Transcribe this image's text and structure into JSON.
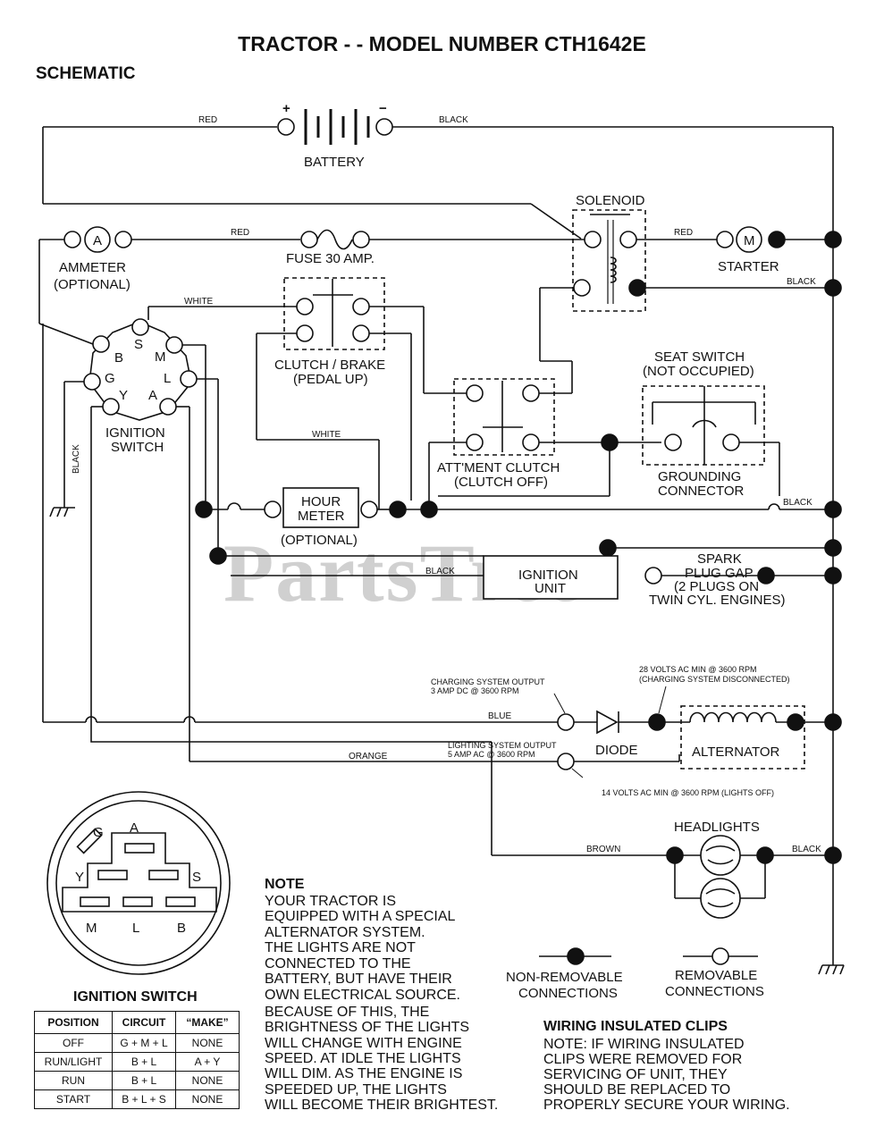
{
  "title": "TRACTOR - - MODEL NUMBER CTH1642E",
  "subtitle": "SCHEMATIC",
  "watermark": "PartsTree",
  "labels": {
    "battery": "BATTERY",
    "plus": "+",
    "minus": "−",
    "solenoid": "SOLENOID",
    "ammeter": "AMMETER",
    "ammeter_opt": "(OPTIONAL)",
    "ammeter_symbol": "A",
    "fuse": "FUSE 30 AMP.",
    "starter": "STARTER",
    "starter_symbol": "M",
    "clutch_brake": "CLUTCH / BRAKE",
    "clutch_brake_sub": "(PEDAL UP)",
    "seat_switch": "SEAT SWITCH",
    "seat_switch_sub": "(NOT OCCUPIED)",
    "grounding": "GROUNDING",
    "grounding_sub": "CONNECTOR",
    "attment_clutch": "ATT'MENT CLUTCH",
    "attment_clutch_sub": "(CLUTCH OFF)",
    "ignition_switch": "IGNITION",
    "ignition_switch_sub": "SWITCH",
    "hour_meter": "HOUR",
    "hour_meter_sub": "METER",
    "hour_meter_opt": "(OPTIONAL)",
    "ignition_unit": "IGNITION",
    "ignition_unit_sub": "UNIT",
    "spark1": "SPARK",
    "spark2": "PLUG GAP",
    "spark3": "(2 PLUGS ON",
    "spark4": "TWIN CYL. ENGINES)",
    "charging_out1": "CHARGING SYSTEM OUTPUT",
    "charging_out2": "3 AMP DC @ 3600 RPM",
    "volts28_1": "28 VOLTS AC MIN  @ 3600 RPM",
    "volts28_2": "(CHARGING SYSTEM DISCONNECTED)",
    "lighting_out1": "LIGHTING SYSTEM OUTPUT",
    "lighting_out2": "5 AMP AC @ 3600 RPM",
    "volts14": "14 VOLTS AC MIN  @ 3600 RPM (LIGHTS OFF)",
    "diode": "DIODE",
    "alternator": "ALTERNATOR",
    "headlights": "HEADLIGHTS",
    "non_removable1": "NON-REMOVABLE",
    "non_removable2": "CONNECTIONS",
    "removable1": "REMOVABLE",
    "removable2": "CONNECTIONS"
  },
  "wires": {
    "red": "RED",
    "black": "BLACK",
    "white": "WHITE",
    "blue": "BLUE",
    "orange": "ORANGE",
    "brown": "BROWN"
  },
  "switch_terminals": {
    "B": "B",
    "S": "S",
    "M": "M",
    "L": "L",
    "A": "A",
    "Y": "Y",
    "G": "G"
  },
  "note": {
    "title": "NOTE",
    "lines": [
      "YOUR TRACTOR IS",
      "EQUIPPED WITH A SPECIAL",
      "ALTERNATOR SYSTEM.",
      "THE LIGHTS ARE NOT",
      "CONNECTED TO THE",
      "BATTERY, BUT HAVE THEIR",
      "OWN ELECTRICAL SOURCE.",
      "BECAUSE OF THIS, THE",
      "BRIGHTNESS OF THE LIGHTS",
      "WILL CHANGE WITH ENGINE",
      "SPEED.  AT IDLE THE LIGHTS",
      "WILL DIM.  AS THE ENGINE IS",
      "SPEEDED UP, THE LIGHTS",
      "WILL BECOME THEIR BRIGHTEST."
    ]
  },
  "clips": {
    "title": "WIRING INSULATED CLIPS",
    "lines": [
      "NOTE: IF WIRING INSULATED",
      "CLIPS WERE REMOVED FOR",
      "SERVICING OF UNIT, THEY",
      "SHOULD BE REPLACED TO",
      "PROPERLY SECURE YOUR WIRING."
    ]
  },
  "ignition_table": {
    "caption": "IGNITION SWITCH",
    "headers": [
      "POSITION",
      "CIRCUIT",
      "“MAKE”"
    ],
    "rows": [
      [
        "OFF",
        "G + M + L",
        "NONE"
      ],
      [
        "RUN/LIGHT",
        "B + L",
        "A + Y"
      ],
      [
        "RUN",
        "B + L",
        "NONE"
      ],
      [
        "START",
        "B + L + S",
        "NONE"
      ]
    ]
  }
}
